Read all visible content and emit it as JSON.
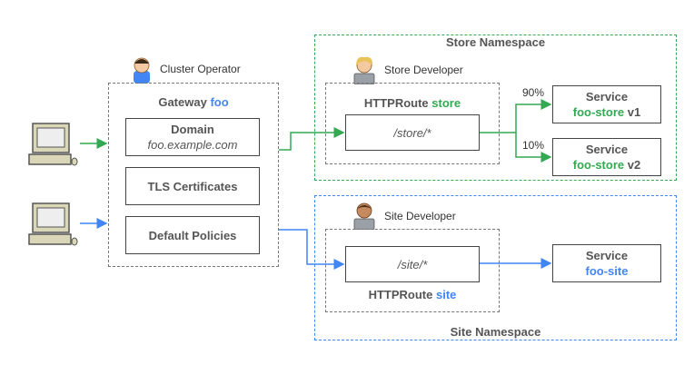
{
  "operator": {
    "label": "Cluster Operator"
  },
  "gateway": {
    "title_prefix": "Gateway",
    "title_name": "foo",
    "domain_label": "Domain",
    "domain_value": "foo.example.com",
    "tls_label": "TLS Certificates",
    "policies_label": "Default Policies"
  },
  "store_ns": {
    "title": "Store Namespace",
    "developer_label": "Store Developer",
    "route_prefix": "HTTPRoute",
    "route_name": "store",
    "path": "/store/*",
    "split_v1": "90%",
    "split_v2": "10%",
    "service_v1": {
      "title": "Service",
      "name": "foo-store",
      "version": "v1"
    },
    "service_v2": {
      "title": "Service",
      "name": "foo-store",
      "version": "v2"
    }
  },
  "site_ns": {
    "title": "Site Namespace",
    "developer_label": "Site Developer",
    "route_prefix": "HTTPRoute",
    "route_name": "site",
    "path": "/site/*",
    "service": {
      "title": "Service",
      "name": "foo-site"
    }
  },
  "icons": {
    "client1": "desktop-computer-icon",
    "client2": "desktop-computer-icon",
    "operator": "person-icon",
    "store_dev": "person-with-laptop-icon",
    "site_dev": "person-with-laptop-icon"
  },
  "colors": {
    "green": "#34a853",
    "blue": "#4285f4",
    "gray": "#555555"
  }
}
